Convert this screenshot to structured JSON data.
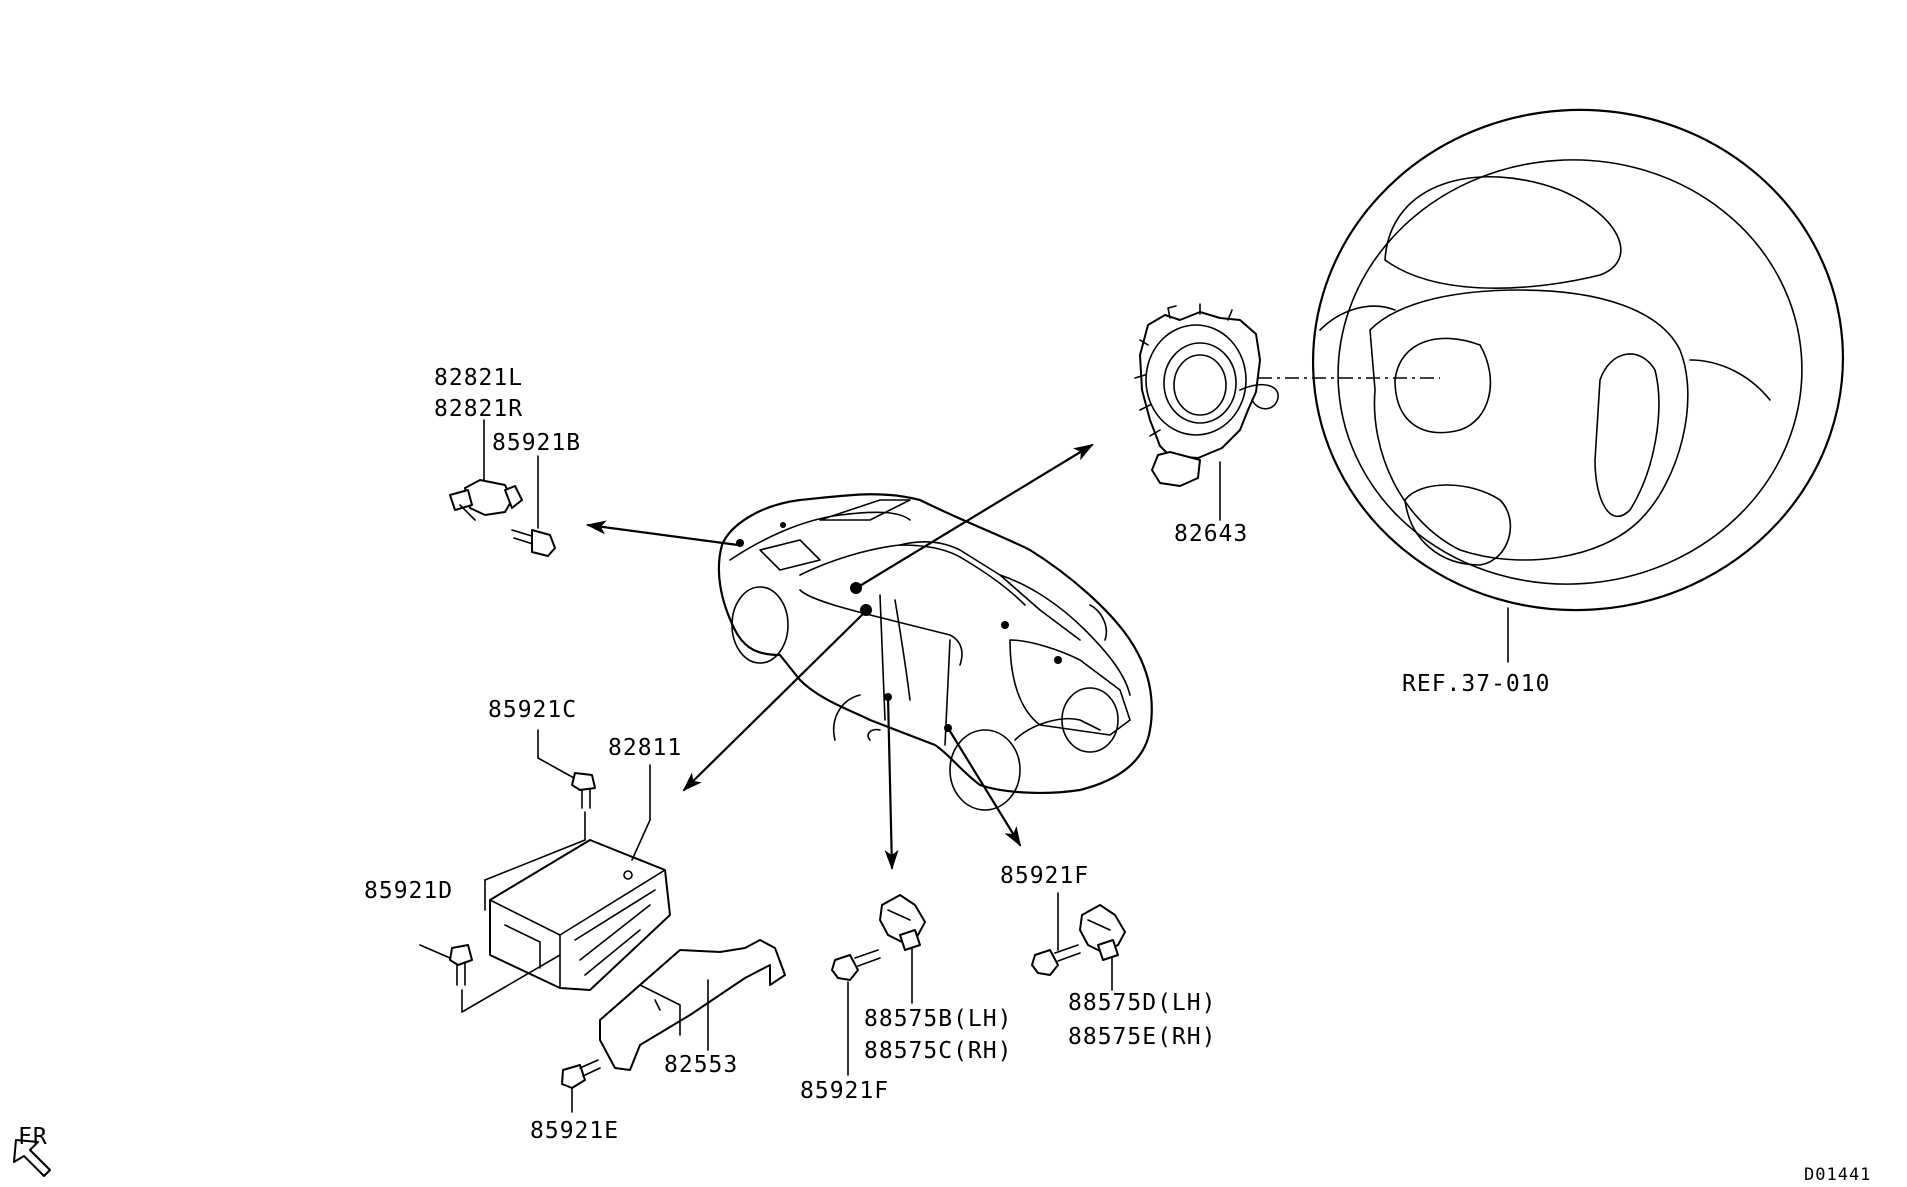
{
  "labels": {
    "p82821L": "82821L",
    "p82821R": "82821R",
    "p85921B": "85921B",
    "p82643": "82643",
    "ref": "REF.37-010",
    "p85921C": "85921C",
    "p82811": "82811",
    "p85921D": "85921D",
    "p82553": "82553",
    "p85921E": "85921E",
    "p88575B": "88575B(LH)",
    "p88575C": "88575C(RH)",
    "p85921F_a": "85921F",
    "p85921F_b": "85921F",
    "p88575D": "88575D(LH)",
    "p88575E": "88575E(RH)",
    "fr": "FR",
    "code": "D01441"
  }
}
